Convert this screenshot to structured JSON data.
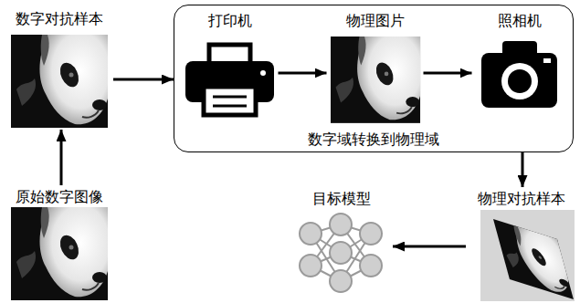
{
  "diagram": {
    "nodes": [
      {
        "text": [
          "数字对抗样本"
        ]
      },
      {
        "text": [
          "数字域转换到物理域"
        ]
      },
      {
        "text": [
          "打印机"
        ],
        "in": 1
      },
      {
        "text": [
          "物理图片"
        ],
        "in": 1
      },
      {
        "text": [
          "照相机"
        ],
        "in": 1
      },
      {
        "text": [
          "原始数字图像"
        ]
      },
      {
        "text": [
          "目标模型"
        ]
      },
      {
        "text": [
          "物理对抗样本"
        ]
      }
    ],
    "edges": [
      {
        "from": 5,
        "to": 0,
        "arrow": "to"
      },
      {
        "from": 0,
        "to": 1,
        "arrow": "to"
      },
      {
        "from": 2,
        "to": 3,
        "arrow": "to"
      },
      {
        "from": 3,
        "to": 4,
        "arrow": "to"
      },
      {
        "from": 1,
        "to": 7,
        "arrow": "to"
      },
      {
        "from": 7,
        "to": 6,
        "arrow": "to"
      }
    ]
  }
}
